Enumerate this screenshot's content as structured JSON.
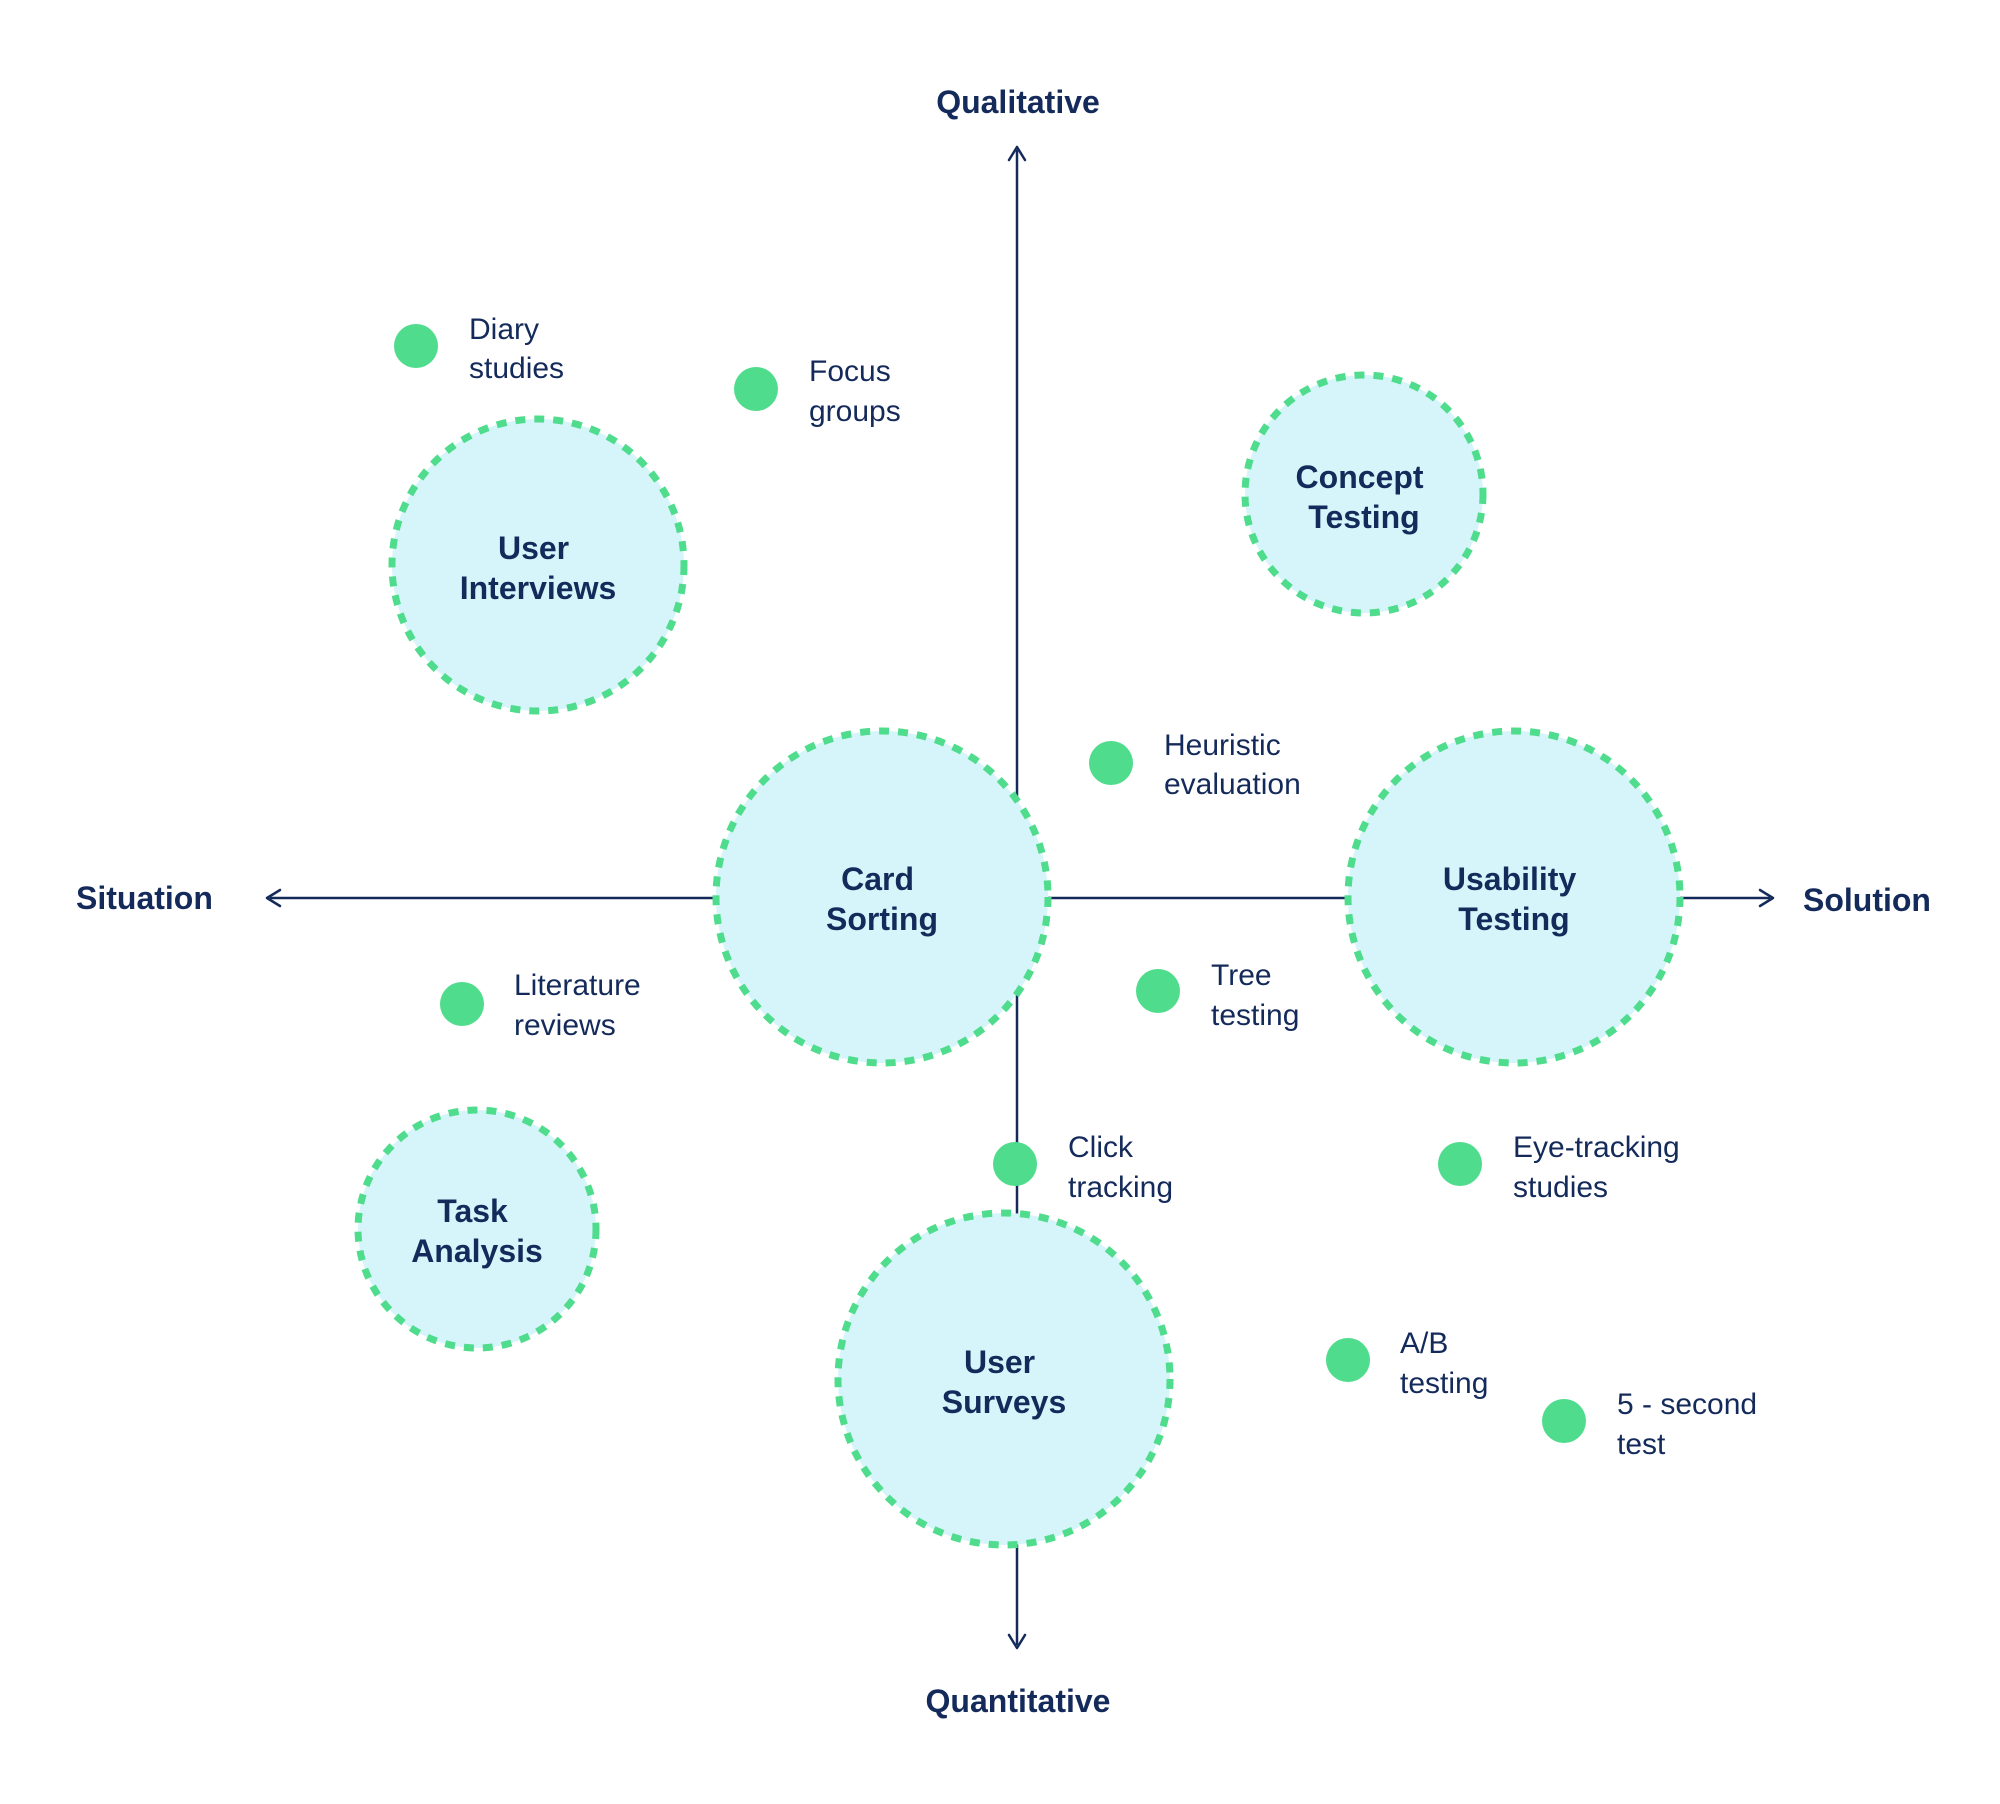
{
  "axes": {
    "top": "Qualitative",
    "bottom": "Quantitative",
    "left": "Situation",
    "right": "Solution"
  },
  "methods": [
    {
      "id": "user-interviews",
      "lines": [
        "User",
        "Interviews"
      ]
    },
    {
      "id": "concept-testing",
      "lines": [
        "Concept",
        "Testing"
      ]
    },
    {
      "id": "card-sorting",
      "lines": [
        "Card",
        "Sorting"
      ]
    },
    {
      "id": "usability-testing",
      "lines": [
        "Usability",
        "Testing"
      ]
    },
    {
      "id": "task-analysis",
      "lines": [
        "Task",
        "Analysis"
      ]
    },
    {
      "id": "user-surveys",
      "lines": [
        "User",
        "Surveys"
      ]
    }
  ],
  "techniques": [
    {
      "id": "diary-studies",
      "lines": [
        "Diary",
        "studies"
      ]
    },
    {
      "id": "focus-groups",
      "lines": [
        "Focus",
        "groups"
      ]
    },
    {
      "id": "heuristic-evaluation",
      "lines": [
        "Heuristic",
        "evaluation"
      ]
    },
    {
      "id": "literature-reviews",
      "lines": [
        "Literature",
        "reviews"
      ]
    },
    {
      "id": "tree-testing",
      "lines": [
        "Tree",
        "testing"
      ]
    },
    {
      "id": "click-tracking",
      "lines": [
        "Click",
        "tracking"
      ]
    },
    {
      "id": "eye-tracking-studies",
      "lines": [
        "Eye-tracking",
        "studies"
      ]
    },
    {
      "id": "ab-testing",
      "lines": [
        "A/B",
        "testing"
      ]
    },
    {
      "id": "five-second-test",
      "lines": [
        "5 - second",
        "test"
      ]
    }
  ],
  "colors": {
    "ink": "#142a5a",
    "accent_green": "#4fdc8c",
    "circle_fill": "#d6f5fb",
    "background": "#ffffff"
  }
}
